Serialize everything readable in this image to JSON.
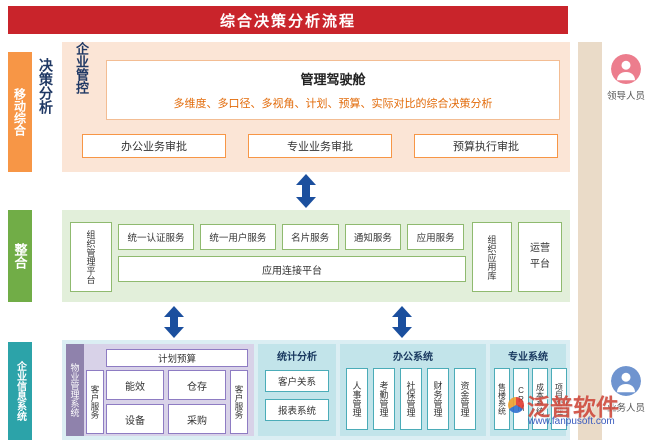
{
  "header": {
    "title": "综合决策分析流程"
  },
  "left_rails": {
    "mobile": "移动综合",
    "decision": "决策分析",
    "integration": "整合",
    "info_system": "企业信息系统"
  },
  "governance": {
    "label": "企业管控",
    "dashboard_title": "管理驾驶舱",
    "dashboard_subtitle": "多维度、多口径、多视角、计划、预算、实际对比的综合决策分析",
    "approvals": [
      "办公业务审批",
      "专业业务审批",
      "预算执行审批"
    ]
  },
  "integration_layer": {
    "org_mgmt_platform": "组织管理平台",
    "services": [
      "统一认证服务",
      "统一用户服务",
      "名片服务",
      "通知服务",
      "应用服务"
    ],
    "connection_platform": "应用连接平台",
    "org_app_repo": "组织应用库",
    "operation_platform": "运营平台"
  },
  "info_systems": {
    "property": {
      "label": "物业管理系统",
      "plan_budget": "计划预算",
      "left_column": "客户服务",
      "right_column": "客户服务",
      "modules": [
        "能效",
        "仓存",
        "设备",
        "采购"
      ]
    },
    "statistics": {
      "header": "统计分析",
      "modules": [
        "客户关系",
        "报表系统"
      ]
    },
    "office": {
      "header": "办公系统",
      "modules": [
        "人事管理",
        "考勤管理",
        "社保管理",
        "财务管理",
        "资金管理"
      ]
    },
    "professional": {
      "header": "专业系统",
      "modules": [
        "售楼系统",
        "CRM",
        "成本系统",
        "项目管理"
      ]
    }
  },
  "people": {
    "top": "领导人员",
    "bottom": "业务人员"
  },
  "watermark": {
    "brand": "泛普软件",
    "url": "www.fanpusoft.com"
  },
  "colors": {
    "header_red": "#c9242b",
    "orange": "#f79646",
    "green": "#71ad47",
    "teal": "#2ca3a9",
    "purple": "#8e7cc3",
    "arrow_blue": "#1b4f9e"
  }
}
